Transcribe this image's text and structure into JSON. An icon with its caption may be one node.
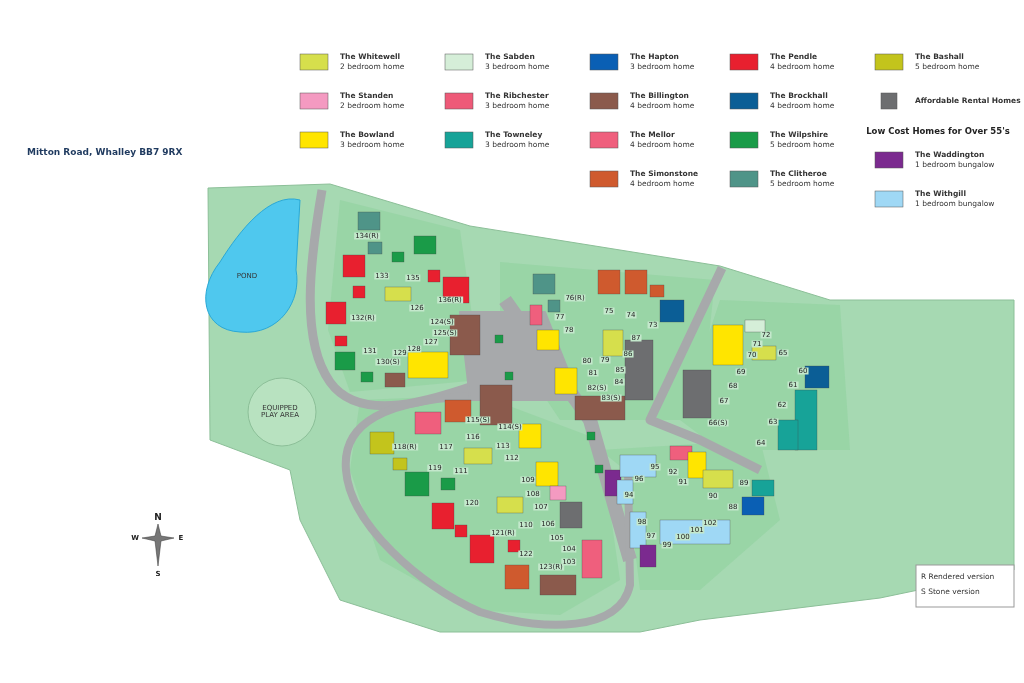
{
  "diagram": {
    "title": "Mitton Road, Whalley BB7 9RX",
    "labels": [
      "Low Cost Homes for Over 55's",
      "POND",
      "EQUIPPED PLAY AREA",
      "134(R)",
      "133",
      "135",
      "136(R)",
      "132(R)",
      "126",
      "124(S)",
      "125(S)",
      "131",
      "129",
      "128",
      "127",
      "130(S)",
      "76(R)",
      "75",
      "74",
      "73",
      "77",
      "78",
      "87",
      "86",
      "80",
      "79",
      "81",
      "85",
      "84",
      "82(S)",
      "83(S)",
      "72",
      "71",
      "70",
      "65",
      "69",
      "60",
      "68",
      "61",
      "67",
      "62",
      "66(S)",
      "63",
      "64",
      "115(S)",
      "114(S)",
      "116",
      "118(R)",
      "117",
      "113",
      "112",
      "119",
      "111",
      "109",
      "108",
      "107",
      "120",
      "110",
      "106",
      "121(R)",
      "105",
      "104",
      "122",
      "103",
      "123(R)",
      "96",
      "95",
      "94",
      "92",
      "91",
      "90",
      "89",
      "88",
      "98",
      "97",
      "99",
      "100",
      "101",
      "102",
      "N",
      "W",
      "E",
      "S",
      "R Rendered version",
      "S Stone version"
    ],
    "legend": [
      {
        "text": "**The Whitewell** 2 bedroom home",
        "color": "#d6df4c"
      },
      {
        "text": "**The Standen** 2 bedroom home",
        "color": "#f49ac1"
      },
      {
        "text": "**The Bowland** 3 bedroom home",
        "color": "#ffe500"
      },
      {
        "text": "**The Sabden** 3 bedroom home",
        "color": "#d5eed8"
      },
      {
        "text": "**The Ribchester** 3 bedroom home",
        "color": "#ee5a78"
      },
      {
        "text": "**The Towneley** 3 bedroom home",
        "color": "#17a398"
      },
      {
        "text": "**The Hapton** 3 bedroom home",
        "color": "#0a5fb4"
      },
      {
        "text": "**The Billington** 4 bedroom home",
        "color": "#8b5a4c"
      },
      {
        "text": "**The Mellor** 4 bedroom home",
        "color": "#ef5f7d"
      },
      {
        "text": "**The Simonstone** 4 bedroom home",
        "color": "#cf5a2e"
      },
      {
        "text": "**The Pendle** 4 bedroom home",
        "color": "#e8202f"
      },
      {
        "text": "**The Brockhall** 4 bedroom home",
        "color": "#0b5e96"
      },
      {
        "text": "**The Wilpshire** 5 bedroom home",
        "color": "#1a9b48"
      },
      {
        "text": "**The Clitheroe** 5 bedroom home",
        "color": "#4f9488"
      },
      {
        "text": "**The Bashall** 5 bedroom home",
        "color": "#c3c41c"
      },
      {
        "text": "Affordable Rental Homes",
        "color": "#6d6e70"
      },
      {
        "text": "**The Waddington** 1 bedroom bungalow",
        "color": "#7b2a8f"
      },
      {
        "text": "**The Withgill** 1 bedroom bungalow",
        "color": "#9fd8f5"
      }
    ]
  }
}
